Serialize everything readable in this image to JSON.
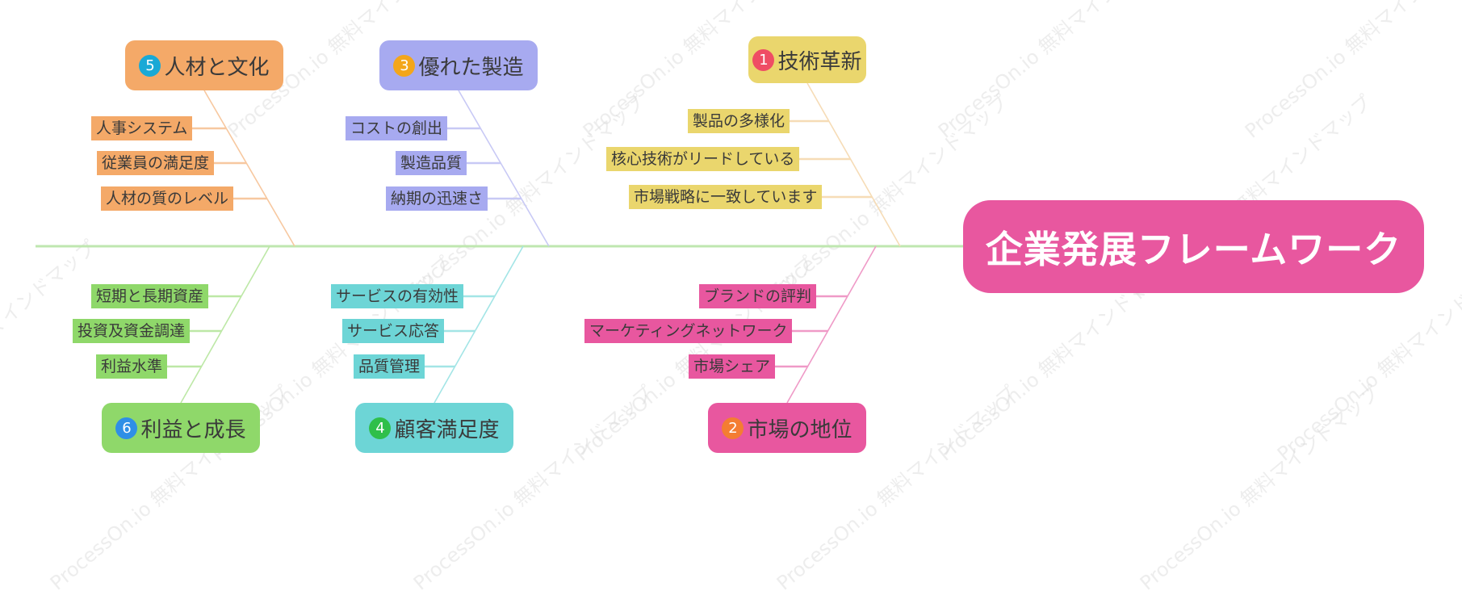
{
  "title": "企業発展フレームワーク",
  "watermark_text": "ProcessOn.io 無料マインドマップ",
  "colors": {
    "head": "#e8579f",
    "spine": "#bfe7b0",
    "badge_red": "#ef4d64",
    "badge_orange": "#f47d32",
    "badge_gold": "#f3a61b",
    "badge_green": "#2fbf4a",
    "badge_cyan": "#19a9d6",
    "badge_blue": "#2f8fe6"
  },
  "categories": [
    {
      "number": "1",
      "label": "技術革新",
      "color": "#ead66d",
      "line_color": "#f6dcb6",
      "badge_color": "#ef4d64",
      "items": [
        "製品の多様化",
        "核心技術がリードしている",
        "市場戦略に一致しています"
      ]
    },
    {
      "number": "2",
      "label": "市場の地位",
      "color": "#e8579f",
      "line_color": "#ef9ac7",
      "badge_color": "#f47d32",
      "items": [
        "ブランドの評判",
        "マーケティングネットワーク",
        "市場シェア"
      ]
    },
    {
      "number": "3",
      "label": "優れた製造",
      "color": "#a7aaf0",
      "line_color": "#c8c9f5",
      "badge_color": "#f3a61b",
      "items": [
        "コストの創出",
        "製造品質",
        "納期の迅速さ"
      ]
    },
    {
      "number": "4",
      "label": "顧客満足度",
      "color": "#6dd5d6",
      "line_color": "#a3e5e6",
      "badge_color": "#2fbf4a",
      "items": [
        "サービスの有効性",
        "サービス応答",
        "品質管理"
      ]
    },
    {
      "number": "5",
      "label": "人材と文化",
      "color": "#f4a968",
      "line_color": "#f7c8a0",
      "badge_color": "#19a9d6",
      "items": [
        "人事システム",
        "従業員の満足度",
        "人材の質のレベル"
      ]
    },
    {
      "number": "6",
      "label": "利益と成長",
      "color": "#8fd86a",
      "line_color": "#bde8a6",
      "badge_color": "#2f8fe6",
      "items": [
        "短期と長期資産",
        "投資及資金調達",
        "利益水準"
      ]
    }
  ]
}
